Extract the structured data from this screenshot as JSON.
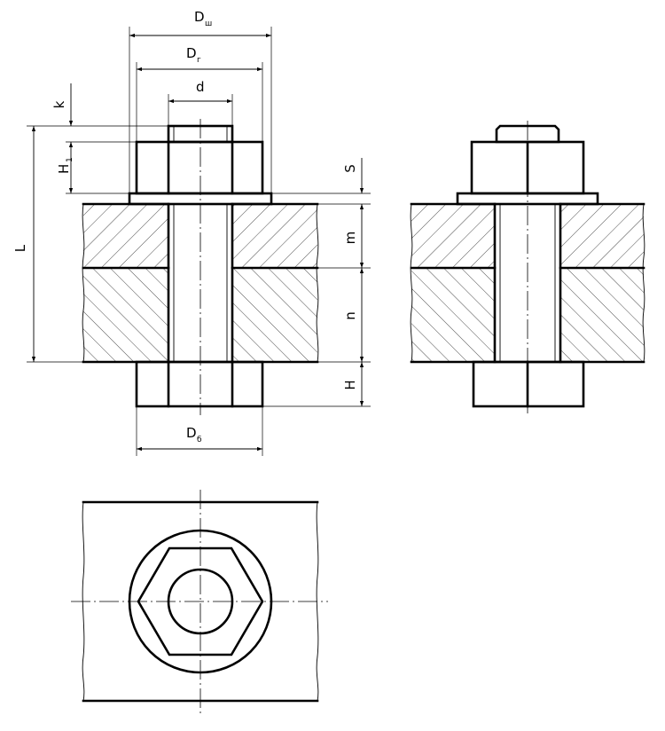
{
  "labels": {
    "d_sh": "D",
    "d_sh_sub": "ш",
    "d_g": "D",
    "d_g_sub": "г",
    "d": "d",
    "k": "k",
    "h1": "H",
    "h1_sub": "1",
    "l": "L",
    "s": "S",
    "m": "m",
    "n": "n",
    "h": "H",
    "d_b": "D",
    "d_b_sub": "б"
  }
}
